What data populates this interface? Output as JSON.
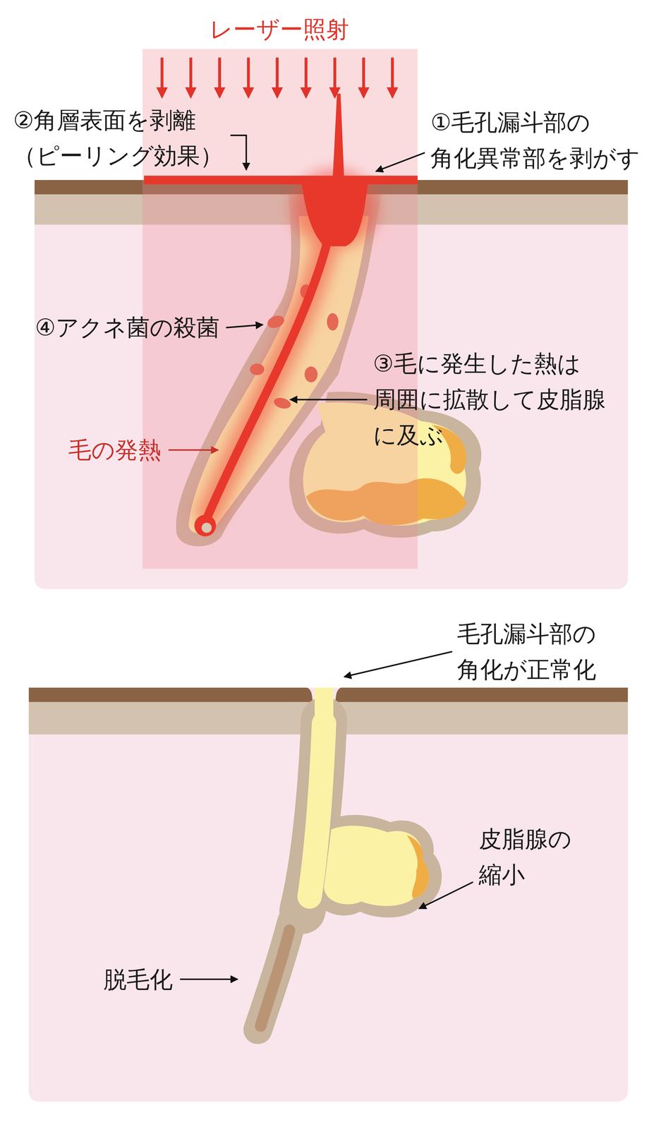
{
  "diagram": {
    "labels": [
      "レーザー照射",
      "②角層表面を剥離 （ピーリング効果）",
      "①毛孔漏斗部の 角化異常部を剥がす",
      "④アクネ菌の殺菌",
      "③毛に発生した熱は 周囲に拡散して皮脂腺 に及ぶ",
      "毛の発熱",
      "毛孔漏斗部の 角化が正常化",
      "皮脂腺の 縮小",
      "脱毛化"
    ]
  }
}
